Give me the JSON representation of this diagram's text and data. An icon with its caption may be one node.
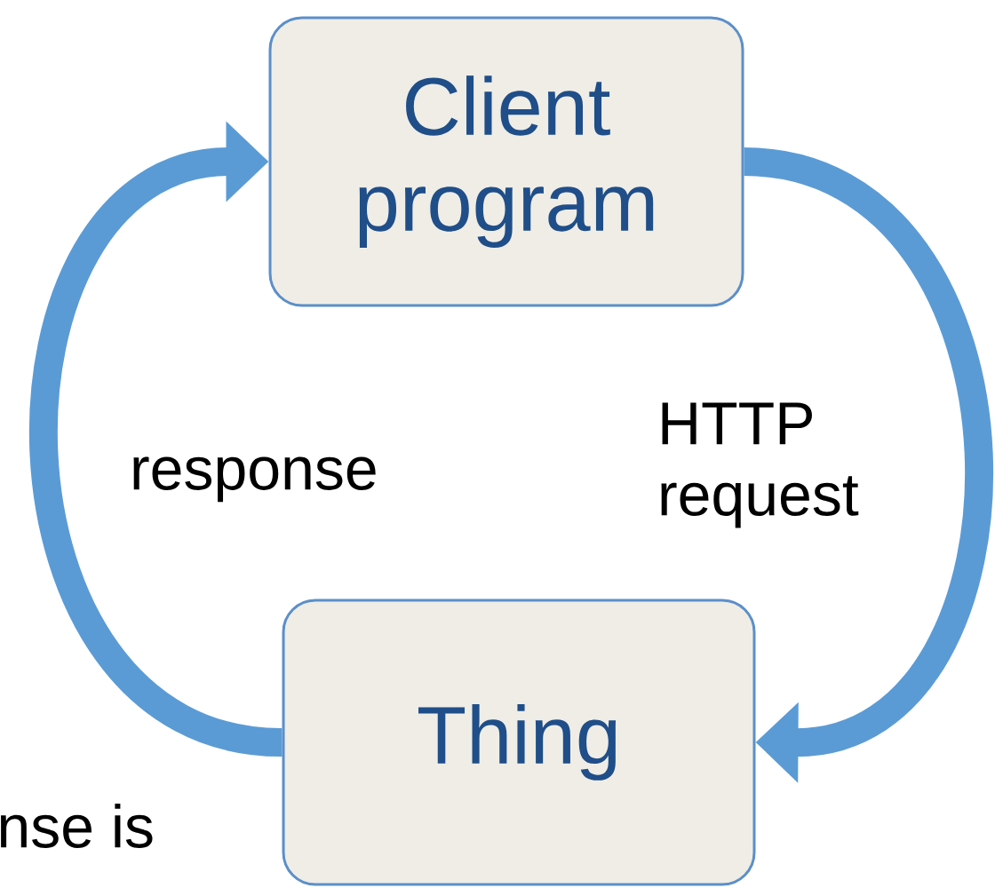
{
  "diagram": {
    "nodes": [
      {
        "text": [
          "Client program"
        ]
      },
      {
        "text": [
          "Thing"
        ]
      }
    ],
    "edges": [
      {
        "from": 0,
        "to": 1,
        "arrow": "to",
        "label": "HTTP request"
      },
      {
        "from": 1,
        "to": 0,
        "arrow": "to",
        "label": "response"
      }
    ],
    "labels": [
      "nse is"
    ]
  }
}
